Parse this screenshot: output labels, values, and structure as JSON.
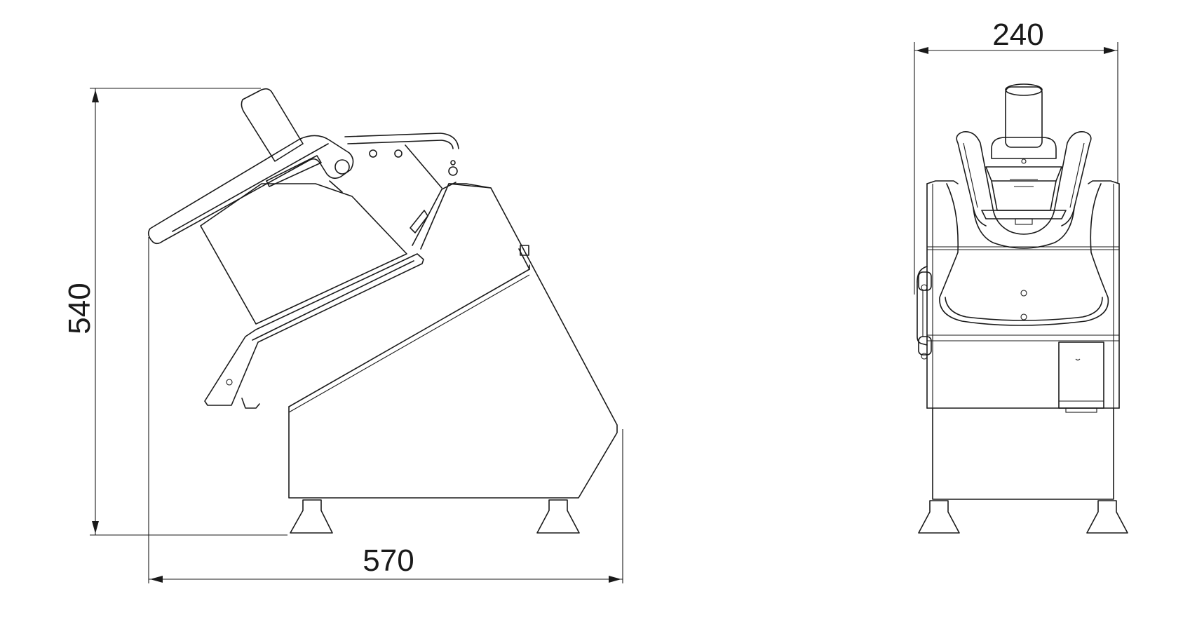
{
  "dimensions": {
    "side_height": "540",
    "side_depth": "570",
    "front_width": "240"
  }
}
